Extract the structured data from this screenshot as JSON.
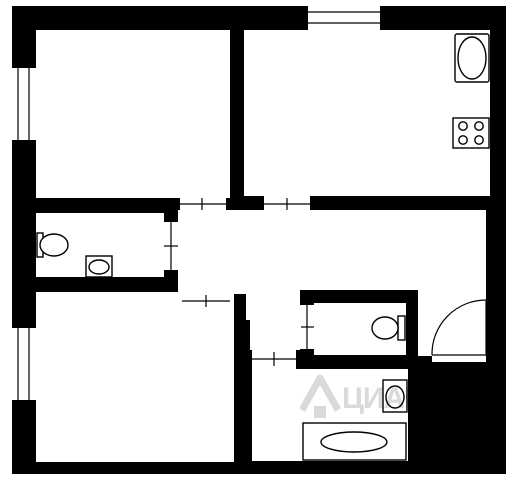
{
  "floor_plan": {
    "rooms": [
      {
        "id": "bedroom-top-left",
        "type": "room"
      },
      {
        "id": "kitchen",
        "type": "room",
        "fixtures": [
          "sink",
          "stove"
        ]
      },
      {
        "id": "toilet-left",
        "type": "toilet",
        "fixtures": [
          "toilet",
          "sink"
        ]
      },
      {
        "id": "hallway",
        "type": "hall"
      },
      {
        "id": "bedroom-bottom-left",
        "type": "room"
      },
      {
        "id": "toilet-right",
        "type": "toilet",
        "fixtures": [
          "toilet"
        ]
      },
      {
        "id": "bathroom",
        "type": "bath",
        "fixtures": [
          "sink",
          "bathtub"
        ]
      }
    ],
    "colors": {
      "wall": "#000000",
      "floor": "#ffffff"
    }
  },
  "watermark": {
    "text": "ЦИАН",
    "color": "#000000",
    "opacity": 0.14
  }
}
